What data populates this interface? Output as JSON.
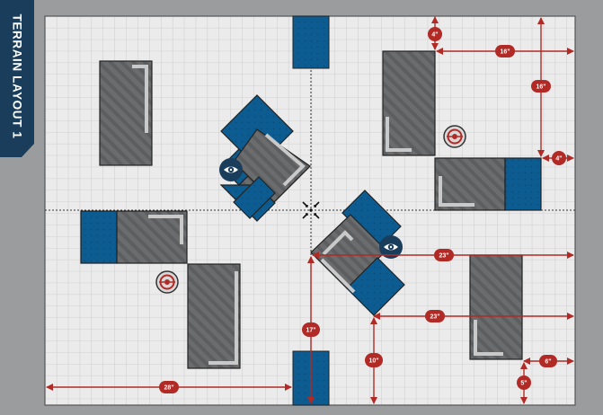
{
  "title": "TERRAIN LAYOUT 1",
  "colors": {
    "background": "#9a9c9e",
    "board": "#ebebeb",
    "grid": "#b8b8b8",
    "ruin": "#6b6c6e",
    "ruin_stripe": "#5a5b5d",
    "wall": "#c9c9c9",
    "blue": "#0d5c91",
    "blue_dot": "#094a76",
    "measure": "#b12a25",
    "tab": "#1a3d5c",
    "eye": "#1a3d5c"
  },
  "icons": {
    "objective": "objective-marker-icon",
    "line_of_sight": "eye-icon",
    "center": "center-crosshair-icon"
  },
  "measurements": [
    "4\"",
    "16\"",
    "16\"",
    "4\"",
    "23\"",
    "23\"",
    "17\"",
    "10\"",
    "28\"",
    "6\"",
    "5\""
  ]
}
